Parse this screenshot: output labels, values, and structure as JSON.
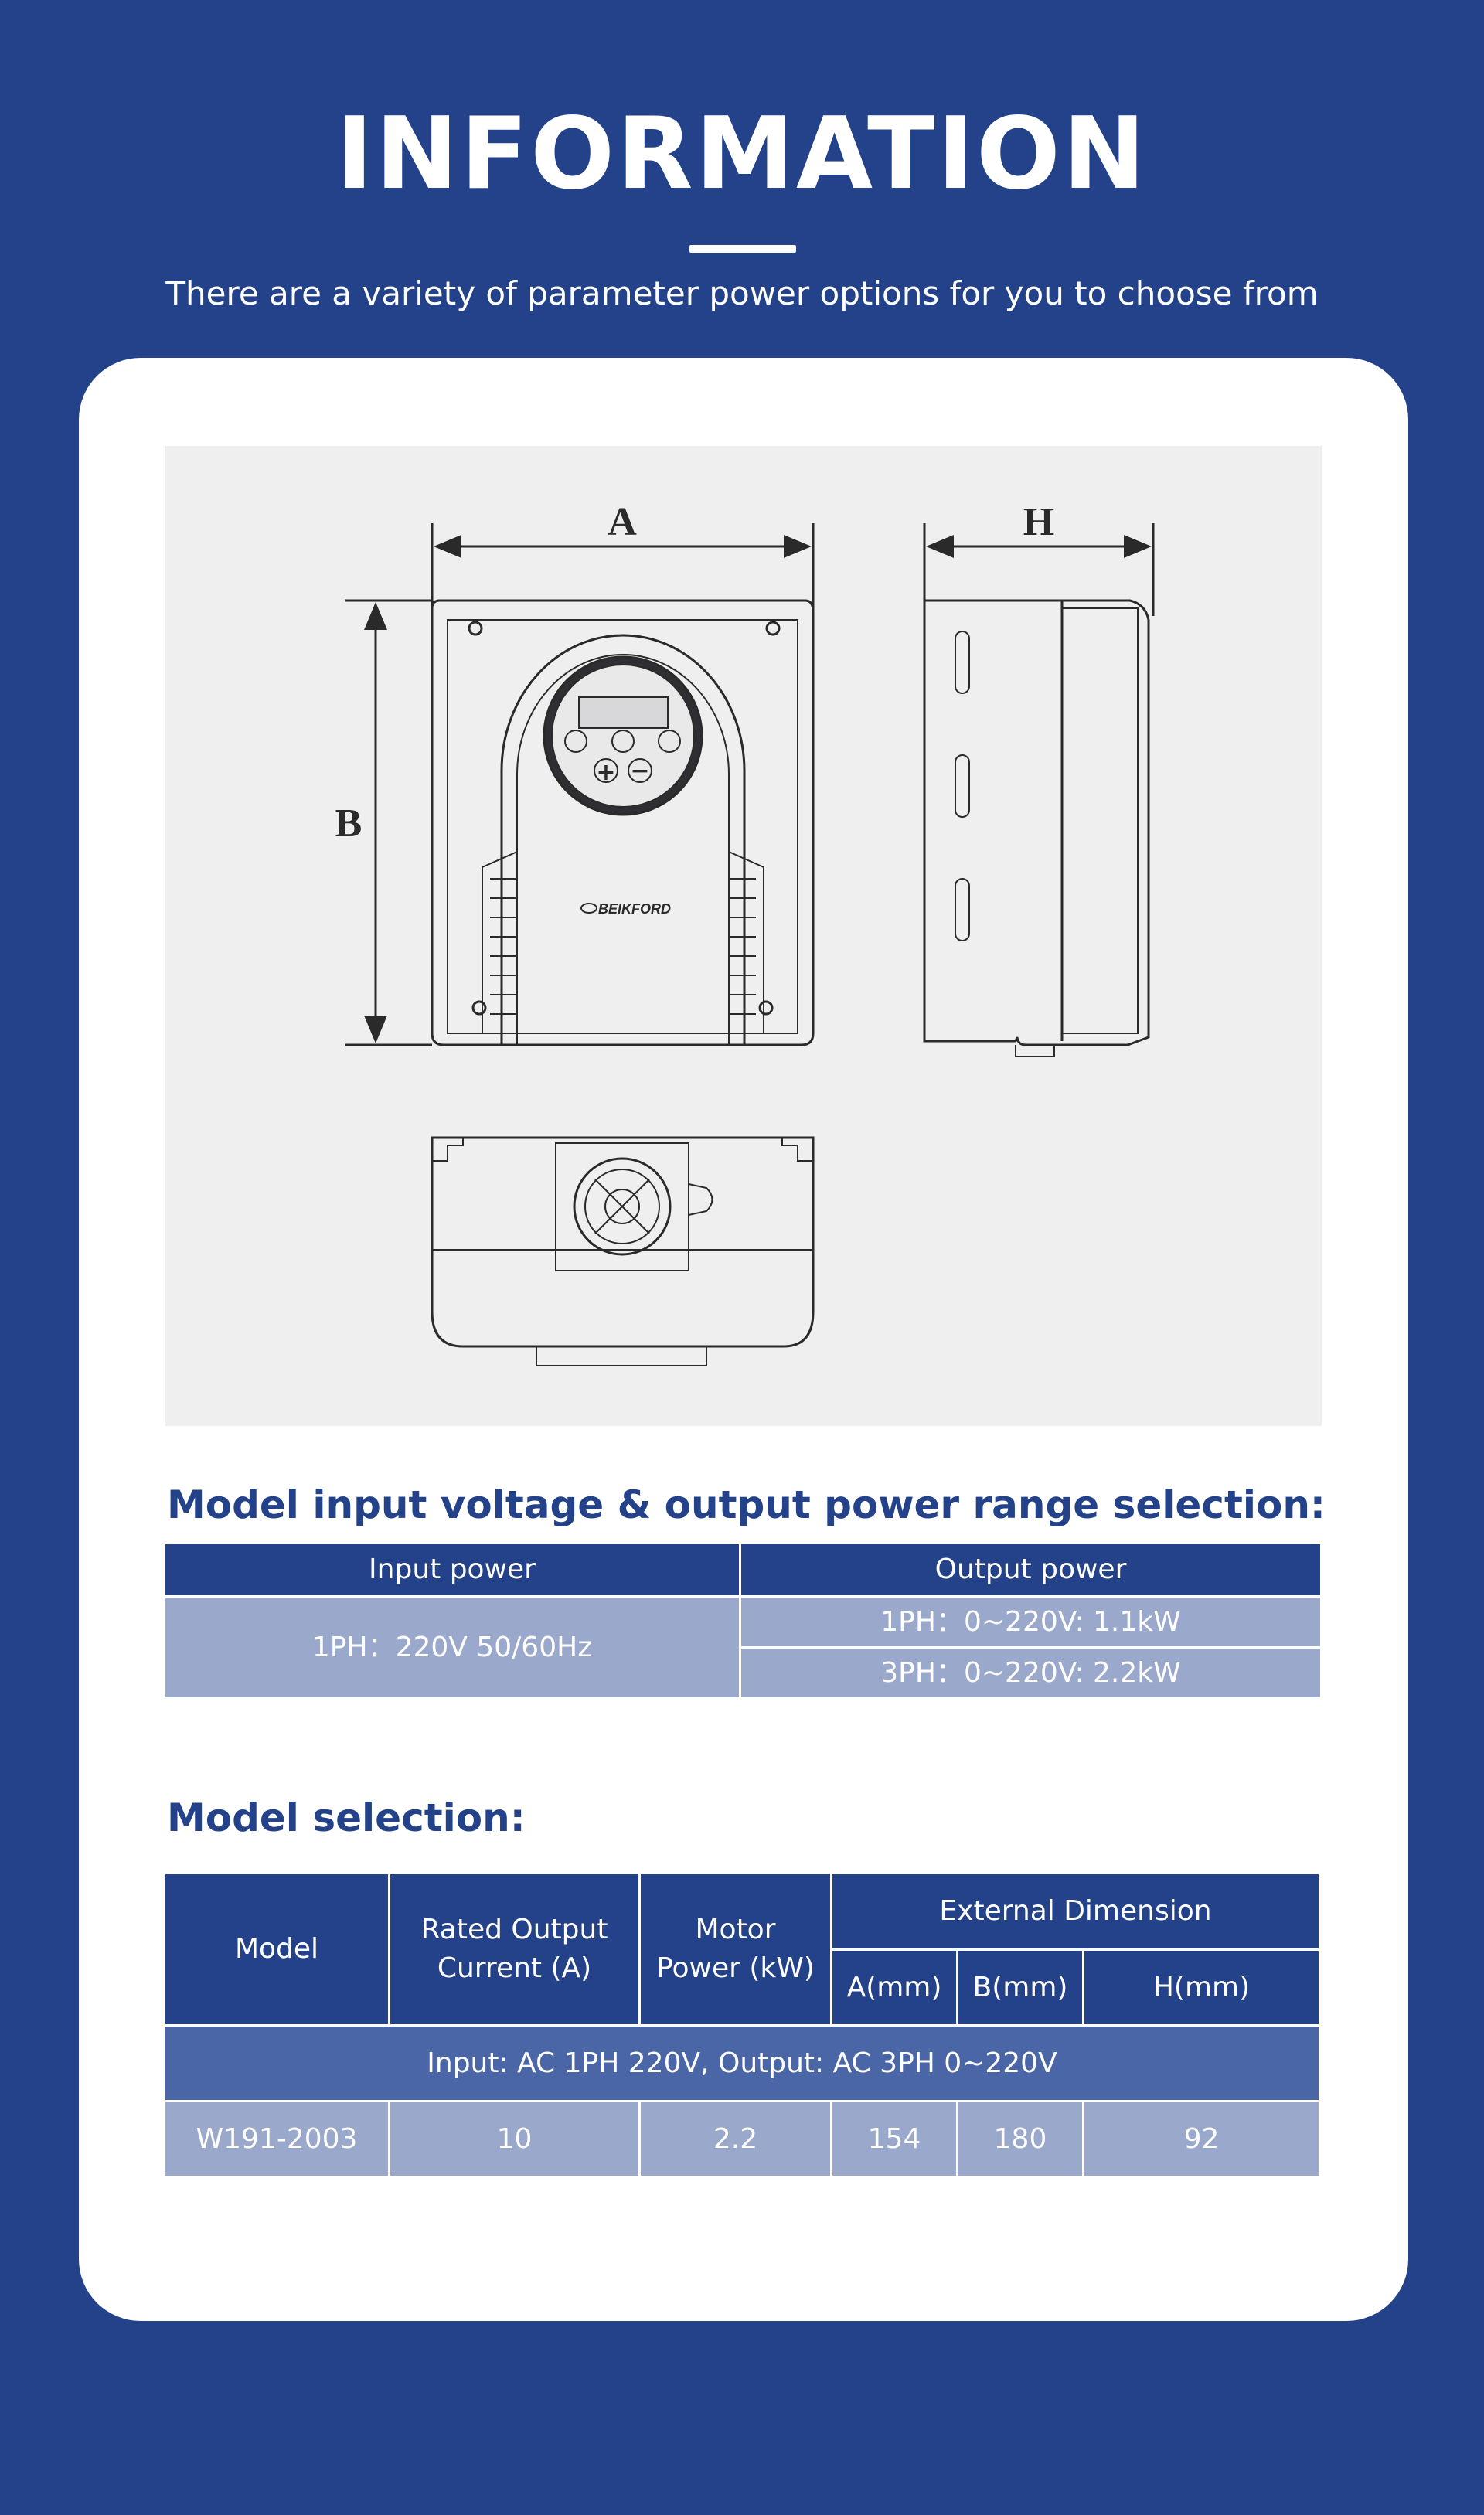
{
  "header": {
    "title": "INFORMATION",
    "subtitle": "There are a variety of parameter power options for you to choose from"
  },
  "drawing": {
    "dim_a": "A",
    "dim_h": "H",
    "dim_b": "B",
    "logo_text": "BEIKFORD"
  },
  "power_table": {
    "title": "Model input voltage & output power range selection:",
    "headers": [
      "Input power",
      "Output power"
    ],
    "input": "1PH：220V 50/60Hz",
    "outputs": [
      "1PH：0~220V: 1.1kW",
      "3PH：0~220V: 2.2kW"
    ]
  },
  "model_table": {
    "title": "Model selection:",
    "headers": {
      "model": "Model",
      "rated_current": "Rated Output Current (A)",
      "motor_power": "Motor Power (kW)",
      "external_dimension": "External Dimension",
      "a": "A(mm)",
      "b": "B(mm)",
      "h": "H(mm)"
    },
    "group_label": "Input: AC 1PH 220V, Output: AC 3PH 0~220V",
    "rows": [
      {
        "model": "W191-2003",
        "rated_current": "10",
        "motor_power": "2.2",
        "a": "154",
        "b": "180",
        "h": "92"
      }
    ]
  },
  "colors": {
    "background": "#23428a",
    "header_cell": "#23428a",
    "band_cell": "#4b66a6",
    "light_cell": "#9aa8cb",
    "title_text": "#23428a"
  }
}
